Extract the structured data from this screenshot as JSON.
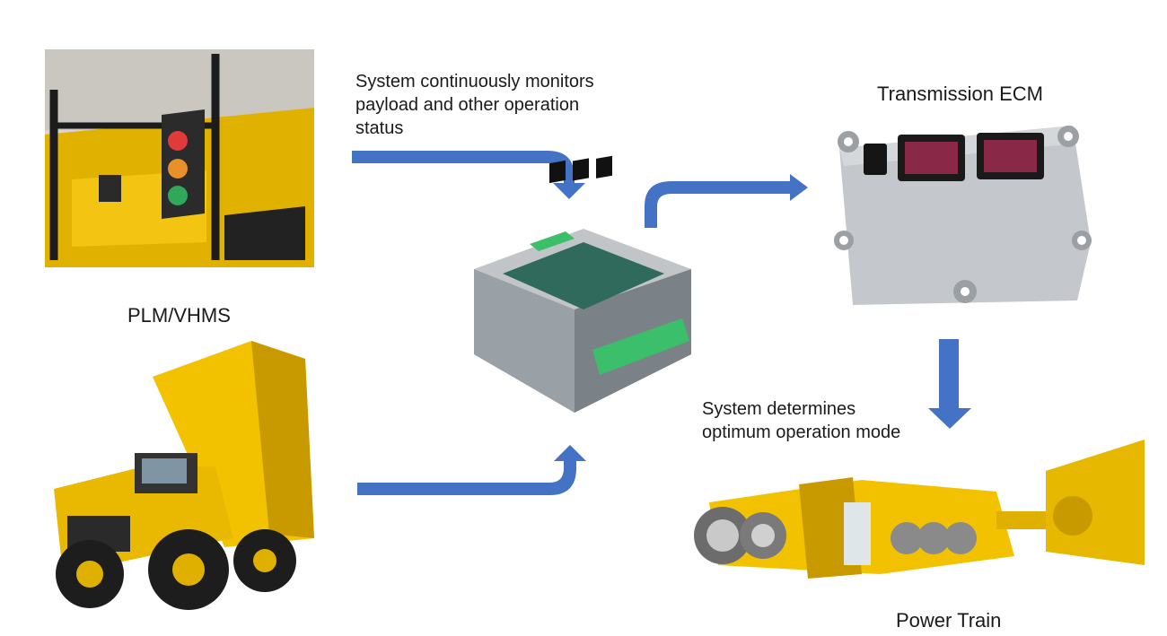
{
  "captions": {
    "plm": "PLM/VHMS",
    "ecm": "Transmission ECM",
    "powertrain": "Power Train"
  },
  "notes": {
    "monitor_lines": [
      "System continuously monitors",
      "payload and other operation",
      "status"
    ],
    "determine_lines": [
      "System determines",
      "optimum operation mode"
    ]
  },
  "colors": {
    "arrow": "#4472C4",
    "yellow": "#F2C200",
    "dark_yellow": "#C99A00",
    "aluminum": "#BFC3C7",
    "connector_pink": "#8A2848"
  },
  "icons": {
    "cab_photo": "truck-cab-signal-light",
    "dump_truck": "dump-truck",
    "controller": "relay-controller-module",
    "ecm": "ecm-module",
    "powertrain": "powertrain-cutaway"
  }
}
